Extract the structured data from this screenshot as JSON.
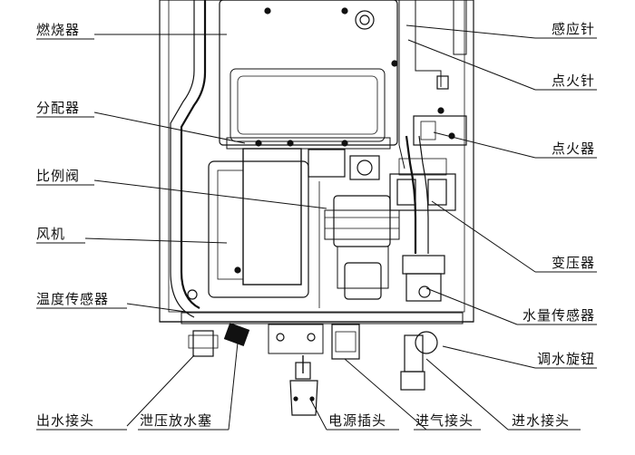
{
  "left_labels": {
    "burner": "燃烧器",
    "distributor": "分配器",
    "proportional_valve": "比例阀",
    "fan": "风机",
    "temp_sensor": "温度传感器"
  },
  "right_labels": {
    "sensing_needle": "感应针",
    "ignition_needle": "点火针",
    "igniter": "点火器",
    "transformer": "变压器",
    "water_flow_sensor": "水量传感器",
    "water_knob": "调水旋钮"
  },
  "bottom_labels": {
    "water_outlet": "出水接头",
    "relief_drain_plug": "泄压放水塞",
    "power_plug": "电源插头",
    "gas_inlet": "进气接头",
    "water_inlet": "进水接头"
  }
}
